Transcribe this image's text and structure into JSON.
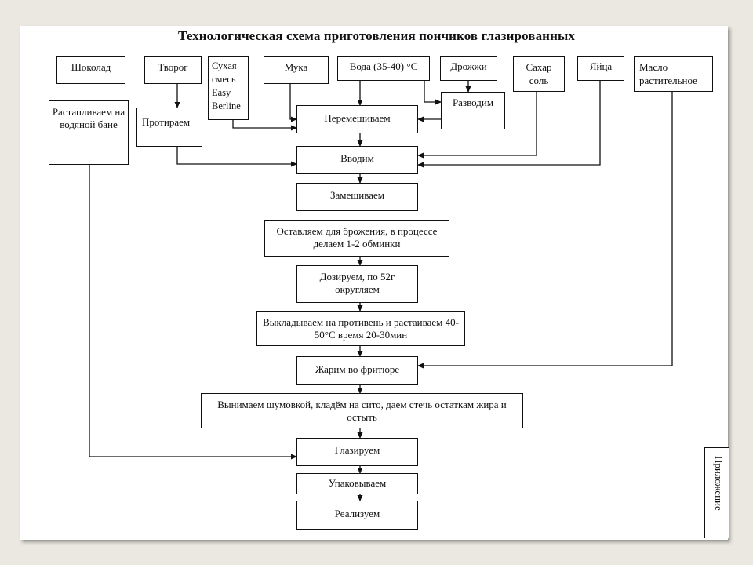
{
  "title": "Технологическая схема приготовления пончиков глазированных",
  "ingredients": {
    "chocolate": "Шоколад",
    "cottage": "Творог",
    "dry_mix": "Сухая смесь Easy Berline",
    "flour": "Мука",
    "water": "Вода (35-40) °С",
    "yeast": "Дрожжи",
    "sugar_salt": "Сахар соль",
    "eggs": "Яйца",
    "oil": "Масло растительное"
  },
  "prep": {
    "melt": "Растапливаем на водяной бане",
    "rub": "Протираем",
    "dilute": "Разводим"
  },
  "steps": {
    "mix": "Перемешиваем",
    "add": "Вводим",
    "knead": "Замешиваем",
    "ferment": "Оставляем для брожения, в процессе делаем 1-2 обминки",
    "portion": "Дозируем, по 52г округляем",
    "proof": "Выкладываем на противень и растаиваем 40-50°С время 20-30мин",
    "fry": "Жарим во фритюре",
    "drain": "Вынимаем шумовкой, кладём на сито, даем стечь остаткам жира и остыть",
    "glaze": "Глазируем",
    "pack": "Упаковываем",
    "sell": "Реализуем"
  },
  "side_label": "Приложение"
}
